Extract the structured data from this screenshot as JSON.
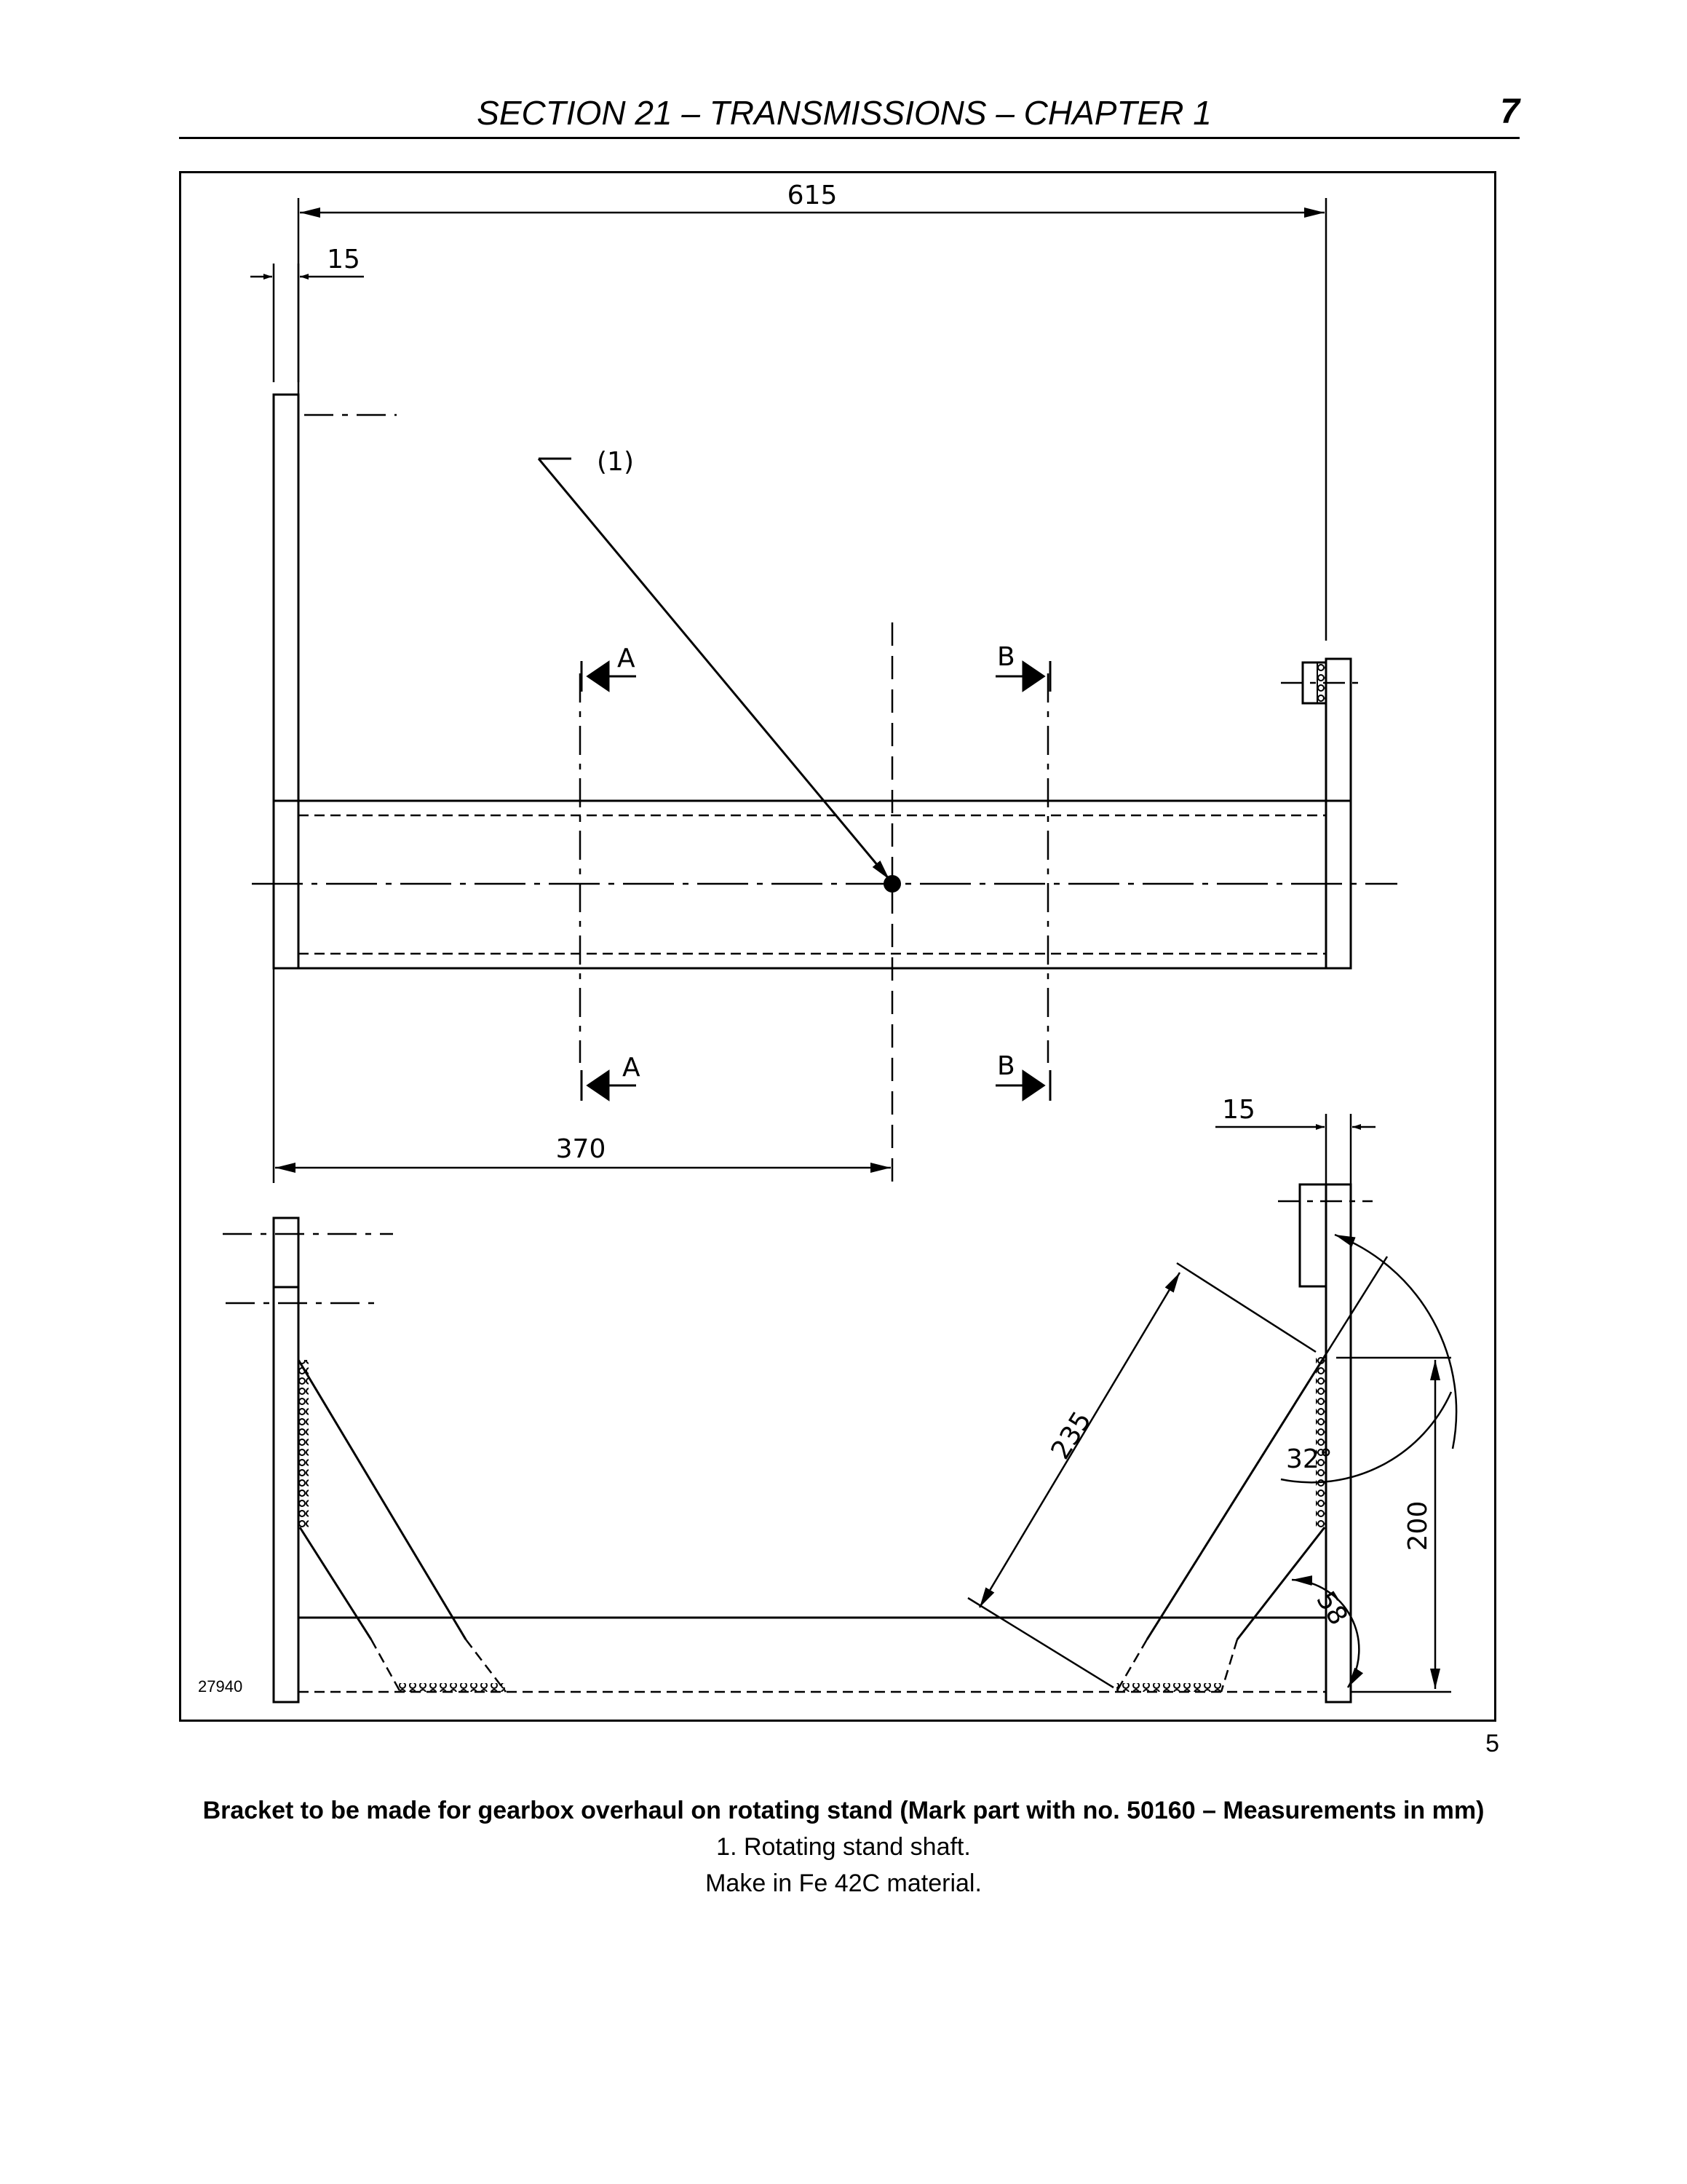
{
  "header": {
    "title": "SECTION 21 – TRANSMISSIONS – CHAPTER 1",
    "page_number": "7"
  },
  "drawing": {
    "dim_overall_width": "615",
    "dim_plate_thickness_top": "15",
    "dim_plate_thickness_right": "15",
    "dim_to_centre": "370",
    "dim_gusset_length": "235",
    "dim_height": "200",
    "angle_large": "32°",
    "angle_small": "58",
    "callout_1": "(1)",
    "section_a": "A",
    "section_b": "B",
    "drawing_number": "27940"
  },
  "figure_number": "5",
  "caption": {
    "title": "Bracket to be made for gearbox overhaul on rotating stand (Mark part with no. 50160 – Measurements in mm)",
    "line1": "1. Rotating stand shaft.",
    "line2": "Make in Fe 42C material."
  }
}
